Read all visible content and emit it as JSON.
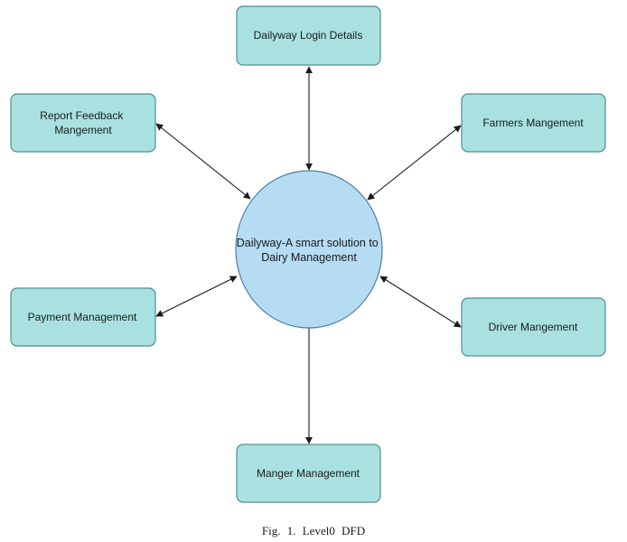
{
  "center": {
    "lines": [
      "Dailyway-A smart solution to",
      "Dairy Management"
    ]
  },
  "nodes": {
    "login": [
      "Dailyway Login Details"
    ],
    "farmers": [
      "Farmers Mangement"
    ],
    "driver": [
      "Driver Mangement"
    ],
    "manger": [
      "Manger Management"
    ],
    "payment": [
      "Payment Management"
    ],
    "report": [
      "Report Feedback",
      "Mangement"
    ]
  },
  "caption": "Fig. 1. Level0 DFD",
  "colors": {
    "box_fill": "#a9e1e1",
    "box_stroke": "#4f8f93",
    "center_fill": "#b5dcf3",
    "center_stroke": "#4f7fa6",
    "arrow": "#1a1a1a"
  }
}
